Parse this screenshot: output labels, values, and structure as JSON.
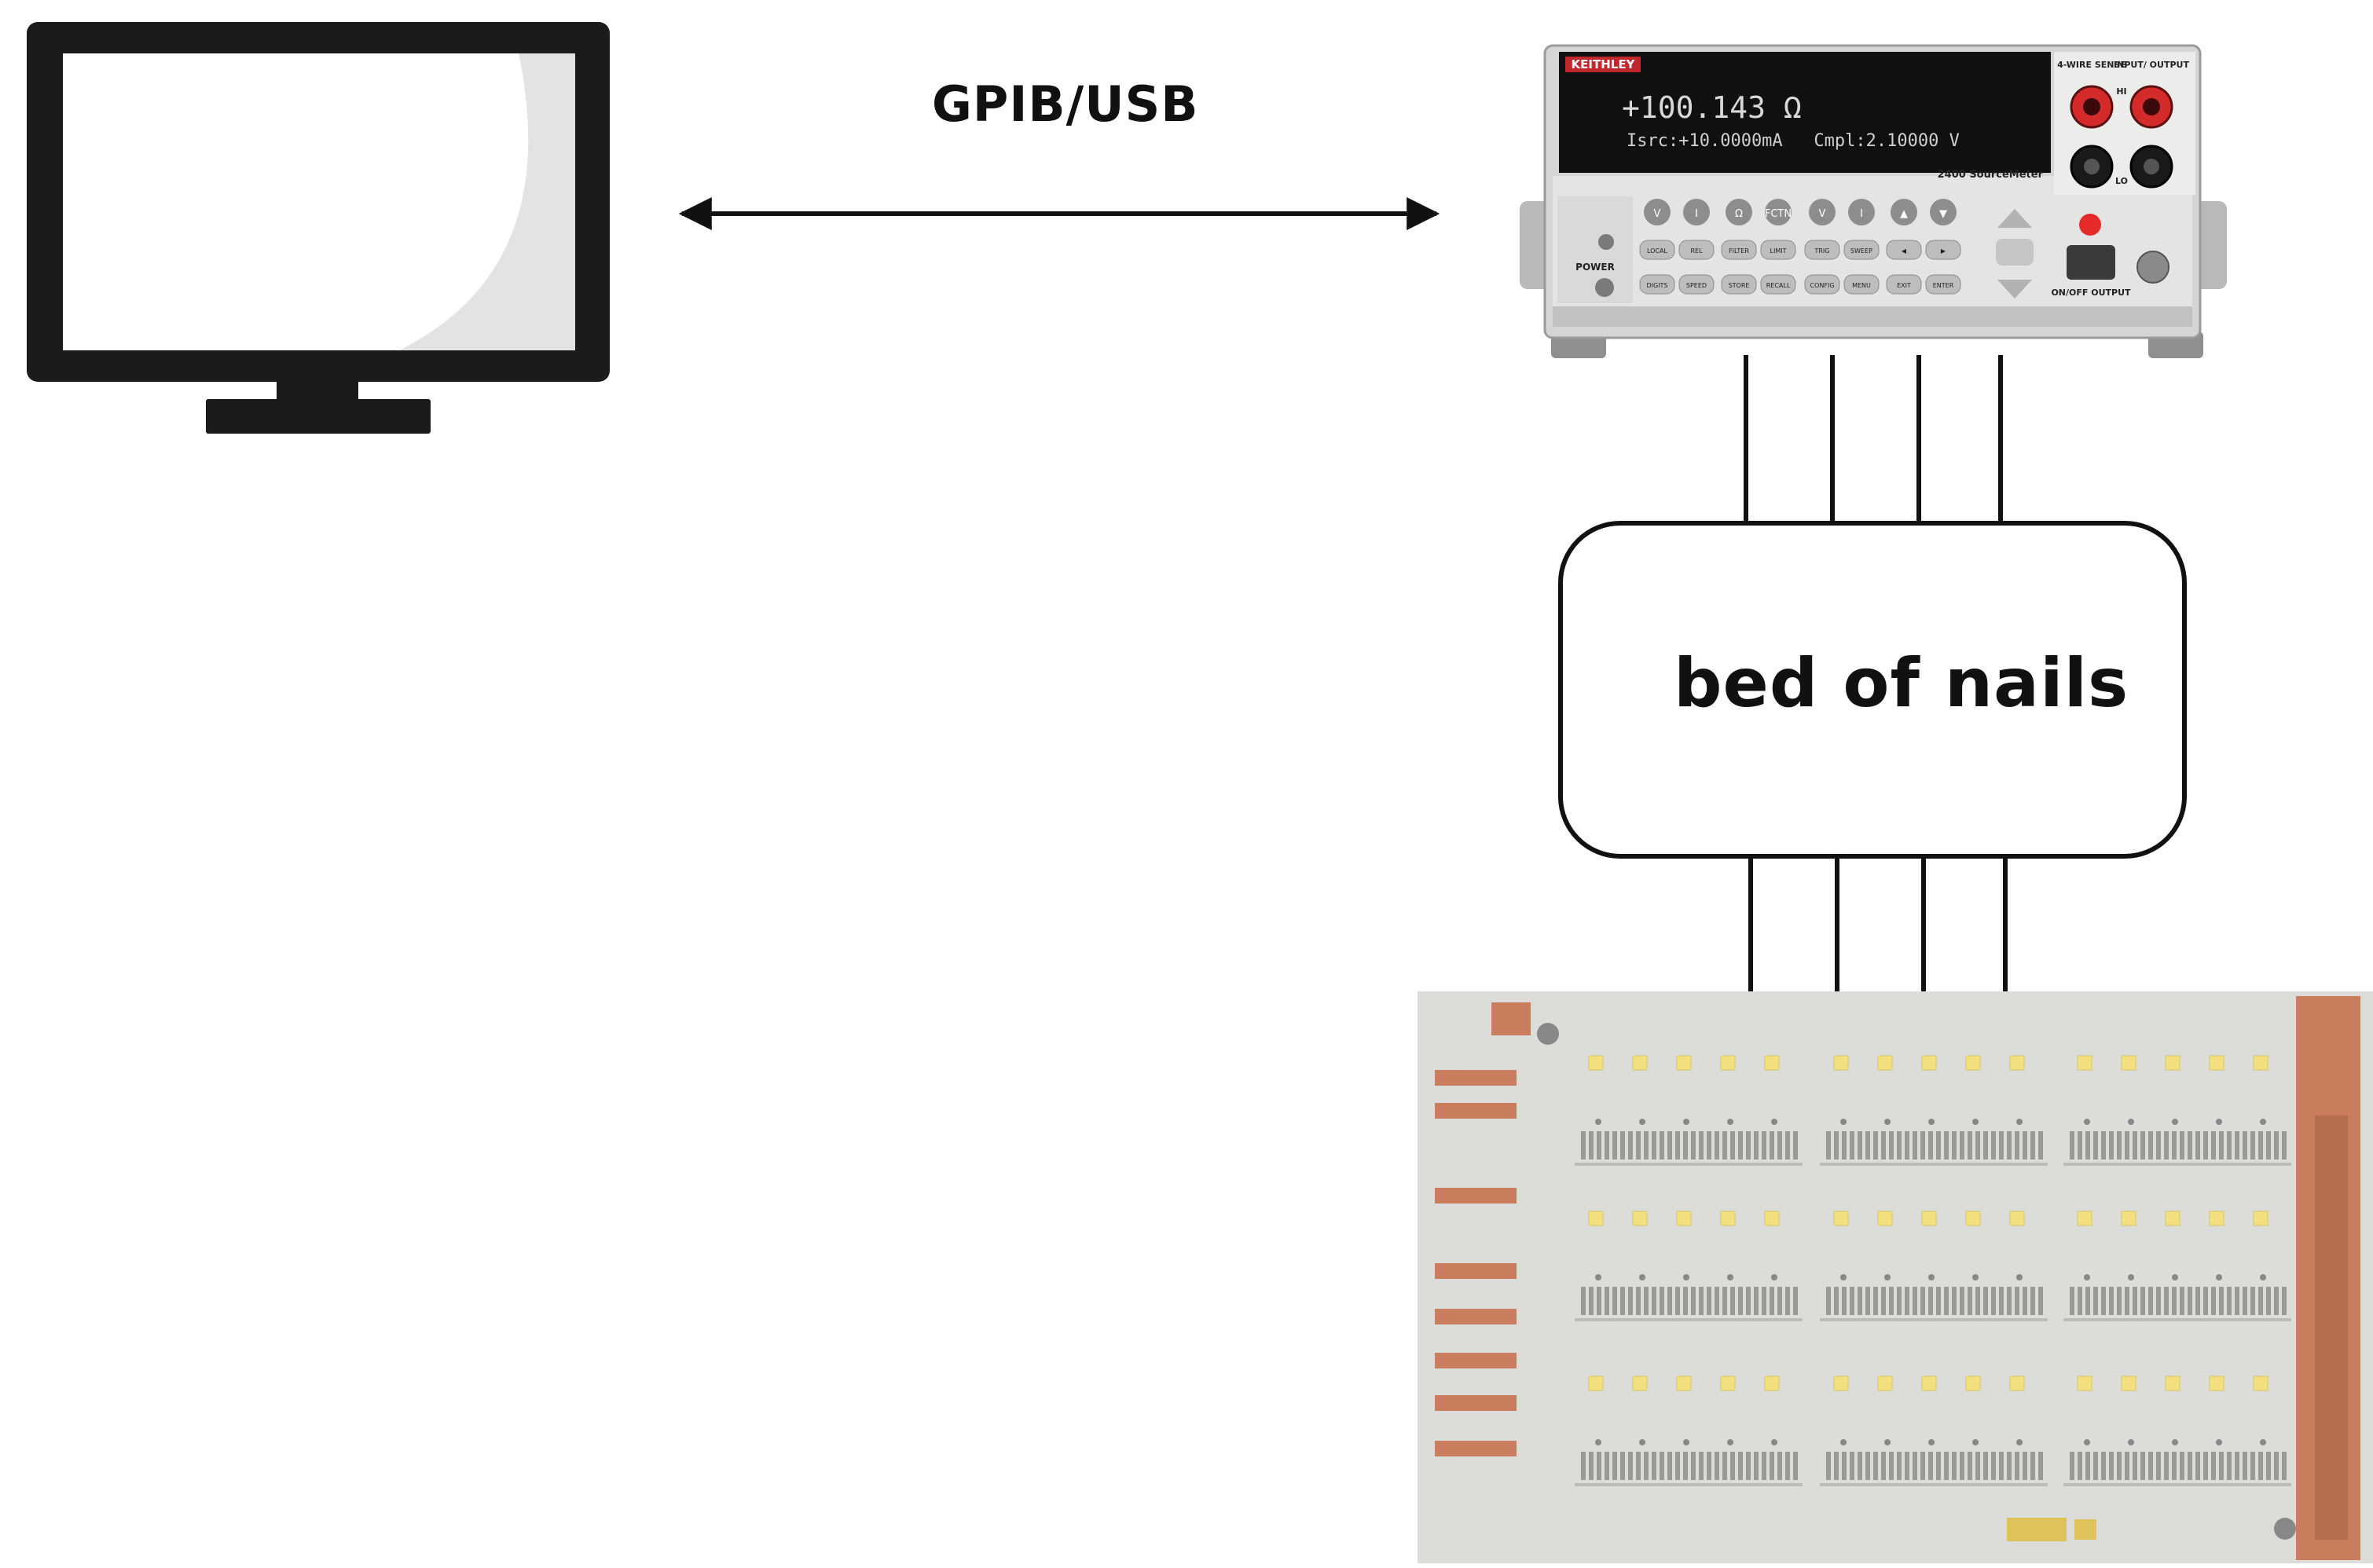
{
  "diagram": {
    "link_label": "GPIB/USB",
    "fixture_label": "bed of nails",
    "instrument": {
      "brand": "KEITHLEY",
      "display_line1": "+100.143 Ω",
      "display_line2": "Isrc:+10.0000mA   Cmpl:2.10000 V",
      "model": "2400 SourceMeter",
      "top_labels": [
        "4-WIRE SENSE",
        "INPUT/ OUTPUT"
      ],
      "terminal_labels": [
        "HI",
        "LO"
      ],
      "power_label": "POWER",
      "output_label": "ON/OFF OUTPUT",
      "button_rows": [
        [
          "V",
          "I",
          "Ω",
          "FCTN",
          "V",
          "I",
          "▲",
          "▼"
        ],
        [
          "LOCAL",
          "REL",
          "FILTER",
          "LIMIT",
          "TRIG",
          "SWEEP",
          "◀",
          "▶"
        ],
        [
          "DIGITS",
          "SPEED",
          "STORE",
          "RECALL",
          "CONFIG",
          "MENU",
          "EXIT",
          "ENTER"
        ]
      ]
    },
    "colors": {
      "line": "#111111",
      "monitor": "#1b1b1b",
      "panel": "#e4e4e2",
      "display": "#101010",
      "display_text": "#d8d8d8",
      "brand": "#c0282d",
      "terminal_red": "#d42a2a",
      "pcb": "#dcdcd8",
      "copper": "#c97d5d",
      "led": "#f2df7e"
    }
  }
}
